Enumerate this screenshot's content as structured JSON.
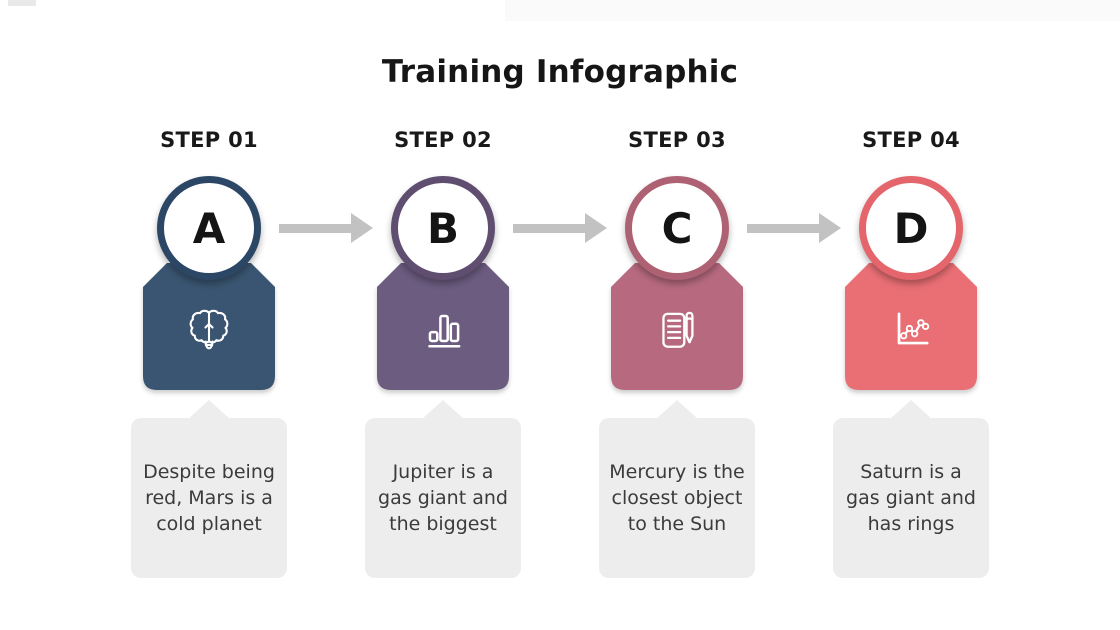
{
  "title": "Training Infographic",
  "colors": {
    "arrow": "#c2c2c2",
    "textbox": "#ededed"
  },
  "steps": [
    {
      "label": "STEP 01",
      "letter": "A",
      "icon": "brain-icon",
      "card_color": "#3a5571",
      "ring_color": "#2c4765",
      "description": "Despite being\nred, Mars is a\ncold planet"
    },
    {
      "label": "STEP 02",
      "letter": "B",
      "icon": "bar-chart-icon",
      "card_color": "#6c5c80",
      "ring_color": "#5f4e6f",
      "description": "Jupiter is a\ngas giant and\nthe biggest"
    },
    {
      "label": "STEP 03",
      "letter": "C",
      "icon": "document-pencil-icon",
      "card_color": "#b76a7f",
      "ring_color": "#af6174",
      "description": "Mercury is the\nclosest object\nto the Sun"
    },
    {
      "label": "STEP 04",
      "letter": "D",
      "icon": "line-chart-icon",
      "card_color": "#e96f74",
      "ring_color": "#e4666c",
      "description": "Saturn is a\ngas giant and\nhas rings"
    }
  ]
}
